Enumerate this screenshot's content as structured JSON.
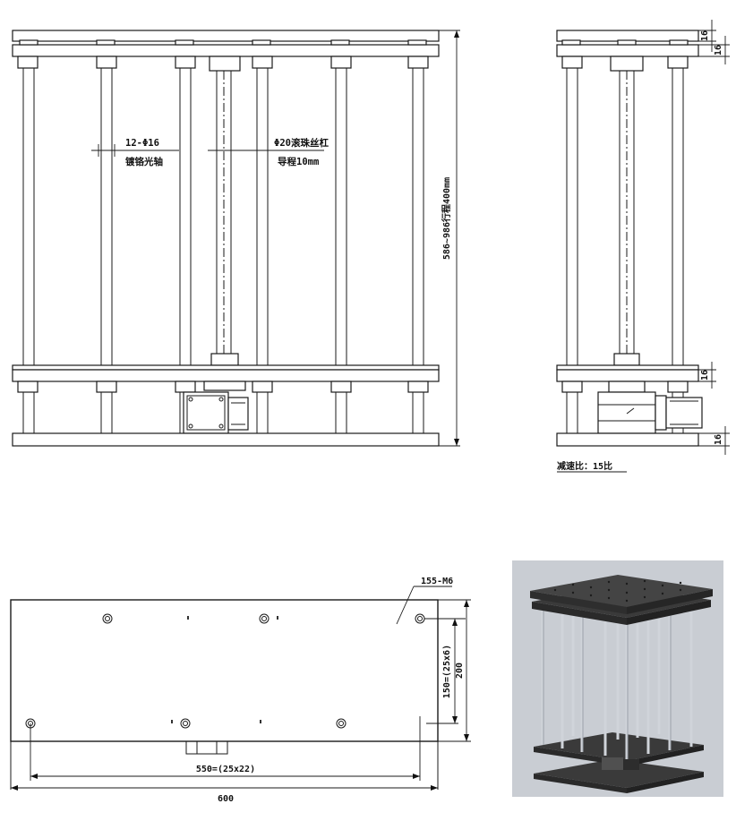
{
  "front_view": {
    "shaft_label_line1": "12-Φ16",
    "shaft_label_line2": "镀铬光轴",
    "screw_label_line1": "Φ20滚珠丝杠",
    "screw_label_line2": "导程10mm",
    "height_dim": "586~986行程400mm"
  },
  "side_view": {
    "plate_thickness_1": "16",
    "plate_thickness_2": "16",
    "plate_thickness_3": "16",
    "plate_thickness_4": "16",
    "gear_ratio_note": "减速比：15比"
  },
  "plan_view": {
    "holes_label": "155-M6",
    "dim_150": "150=(25x6)",
    "dim_200": "200",
    "dim_550": "550=(25x22)",
    "dim_600": "600"
  },
  "render_3d": {
    "background_color": "#c9cdd3",
    "plate_color": "#3a3a3a"
  }
}
